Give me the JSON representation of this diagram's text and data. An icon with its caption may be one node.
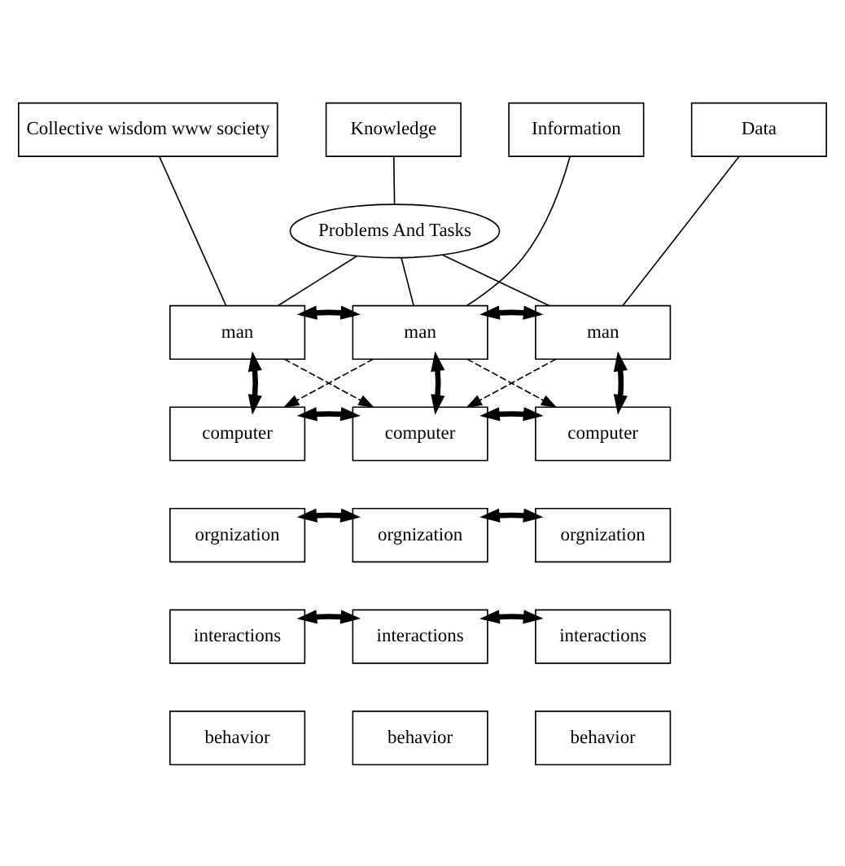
{
  "diagram": {
    "nodes": [
      {
        "text": [
          "Collective wisdom www society"
        ]
      },
      {
        "text": [
          "Knowledge"
        ]
      },
      {
        "text": [
          "Information"
        ]
      },
      {
        "text": [
          "Data"
        ]
      },
      {
        "text": [
          "Problems And Tasks"
        ]
      },
      {
        "text": [
          "man"
        ]
      },
      {
        "text": [
          "computer"
        ]
      },
      {
        "text": [
          "orgnization"
        ]
      },
      {
        "text": [
          "interactions"
        ]
      },
      {
        "text": [
          "behavior"
        ]
      },
      {
        "text": [
          "man"
        ]
      },
      {
        "text": [
          "computer"
        ]
      },
      {
        "text": [
          "orgnization"
        ]
      },
      {
        "text": [
          "interactions"
        ]
      },
      {
        "text": [
          "behavior"
        ]
      },
      {
        "text": [
          "man"
        ]
      },
      {
        "text": [
          "computer"
        ]
      },
      {
        "text": [
          "orgnization"
        ]
      },
      {
        "text": [
          "interactions"
        ]
      },
      {
        "text": [
          "behavior"
        ]
      }
    ],
    "edges": [
      {
        "from": 0,
        "to": 5,
        "arrow": "none"
      },
      {
        "from": 1,
        "to": 4,
        "arrow": "none"
      },
      {
        "from": 2,
        "to": 10,
        "arrow": "none"
      },
      {
        "from": 3,
        "to": 15,
        "arrow": "none"
      },
      {
        "from": 4,
        "to": 5,
        "arrow": "none"
      },
      {
        "from": 4,
        "to": 10,
        "arrow": "none"
      },
      {
        "from": 4,
        "to": 15,
        "arrow": "none"
      },
      {
        "from": 5,
        "to": 6,
        "arrow": "both",
        "style": "thick"
      },
      {
        "from": 10,
        "to": 11,
        "arrow": "both",
        "style": "thick"
      },
      {
        "from": 15,
        "to": 16,
        "arrow": "both",
        "style": "thick"
      },
      {
        "from": 5,
        "to": 10,
        "arrow": "both",
        "style": "thick"
      },
      {
        "from": 5,
        "to": 11,
        "arrow": "to",
        "style": "dashed"
      },
      {
        "from": 10,
        "to": 6,
        "arrow": "to",
        "style": "dashed"
      },
      {
        "from": 6,
        "to": 11,
        "arrow": "both",
        "style": "thick"
      },
      {
        "from": 7,
        "to": 12,
        "arrow": "both",
        "style": "thick"
      },
      {
        "from": 8,
        "to": 13,
        "arrow": "both",
        "style": "thick"
      },
      {
        "from": 10,
        "to": 15,
        "arrow": "both",
        "style": "thick"
      },
      {
        "from": 10,
        "to": 16,
        "arrow": "to",
        "style": "dashed"
      },
      {
        "from": 15,
        "to": 11,
        "arrow": "to",
        "style": "dashed"
      },
      {
        "from": 11,
        "to": 16,
        "arrow": "both",
        "style": "thick"
      },
      {
        "from": 12,
        "to": 17,
        "arrow": "both",
        "style": "thick"
      },
      {
        "from": 13,
        "to": 18,
        "arrow": "both",
        "style": "thick"
      }
    ]
  }
}
